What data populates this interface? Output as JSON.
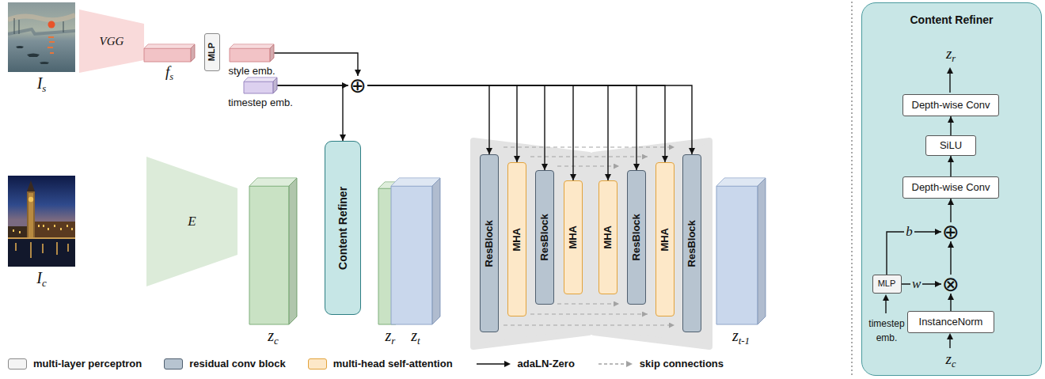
{
  "diagram": {
    "nodes": [
      {
        "text": [
          "Is"
        ]
      },
      {
        "text": [
          "VGG"
        ]
      },
      {
        "text": [
          "fs"
        ]
      },
      {
        "text": [
          "MLP"
        ]
      },
      {
        "text": [
          "style emb."
        ]
      },
      {
        "text": [
          "timestep emb."
        ]
      },
      {
        "text": [
          "⊕"
        ]
      },
      {
        "text": [
          "Ic"
        ]
      },
      {
        "text": [
          "E"
        ]
      },
      {
        "text": [
          "zc"
        ]
      },
      {
        "text": [
          "Content Refiner"
        ]
      },
      {
        "text": [
          "zr"
        ]
      },
      {
        "text": [
          "zt"
        ]
      },
      {
        "text": [
          "ResBlock"
        ]
      },
      {
        "text": [
          "MHA"
        ]
      },
      {
        "text": [
          "ResBlock"
        ]
      },
      {
        "text": [
          "MHA"
        ]
      },
      {
        "text": [
          "MHA"
        ]
      },
      {
        "text": [
          "ResBlock"
        ]
      },
      {
        "text": [
          "MHA"
        ]
      },
      {
        "text": [
          "ResBlock"
        ]
      },
      {
        "text": [
          "zt-1"
        ]
      },
      {
        "text": [
          "Content Refiner"
        ]
      },
      {
        "text": [
          "Depth-wise Conv"
        ],
        "in": 22
      },
      {
        "text": [
          "SiLU"
        ],
        "in": 22
      },
      {
        "text": [
          "Depth-wise Conv"
        ],
        "in": 22
      },
      {
        "text": [
          "⊕"
        ],
        "in": 22
      },
      {
        "text": [
          "⊗"
        ],
        "in": 22
      },
      {
        "text": [
          "MLP"
        ],
        "in": 22
      },
      {
        "text": [
          "InstanceNorm"
        ],
        "in": 22
      }
    ],
    "edges": [
      {
        "from": 4,
        "to": 6,
        "arrow": "to"
      },
      {
        "from": 5,
        "to": 6,
        "arrow": "to"
      },
      {
        "from": 5,
        "to": 10,
        "arrow": "to"
      },
      {
        "from": 6,
        "to": 13,
        "arrow": "to"
      },
      {
        "from": 6,
        "to": 14,
        "arrow": "to"
      },
      {
        "from": 6,
        "to": 15,
        "arrow": "to"
      },
      {
        "from": 6,
        "to": 16,
        "arrow": "to"
      },
      {
        "from": 6,
        "to": 17,
        "arrow": "to"
      },
      {
        "from": 6,
        "to": 18,
        "arrow": "to"
      },
      {
        "from": 6,
        "to": 19,
        "arrow": "to"
      },
      {
        "from": 6,
        "to": 20,
        "arrow": "to"
      },
      {
        "from": 29,
        "to": 27,
        "arrow": "to"
      },
      {
        "from": 27,
        "to": 26,
        "arrow": "to"
      },
      {
        "from": 26,
        "to": 25,
        "arrow": "to"
      },
      {
        "from": 25,
        "to": 24,
        "arrow": "to"
      },
      {
        "from": 24,
        "to": 23,
        "arrow": "to"
      },
      {
        "from": 28,
        "to": 26,
        "label": "b",
        "arrow": "to"
      },
      {
        "from": 28,
        "to": 27,
        "label": "w",
        "arrow": "to"
      }
    ],
    "labels": [
      "zr",
      "timestep emb.",
      "zc"
    ],
    "legend": [
      {
        "text": "multi-layer perceptron",
        "color": "#f4f4f4"
      },
      {
        "text": "residual conv block",
        "color": "#b7c4d0"
      },
      {
        "text": "multi-head self-attention",
        "color": "#fde8c8"
      },
      {
        "text": "adaLN-Zero"
      },
      {
        "text": "skip connections"
      }
    ]
  }
}
